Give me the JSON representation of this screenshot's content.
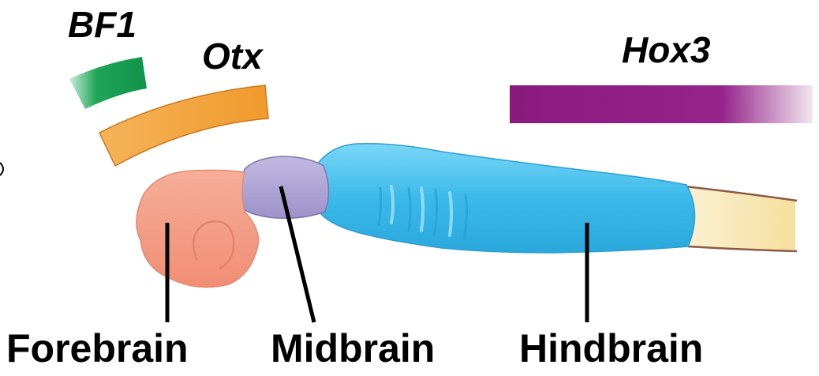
{
  "genes": {
    "bf1": "BF1",
    "otx": "Otx",
    "hox3": "Hox3"
  },
  "regions": {
    "forebrain": "Forebrain",
    "midbrain": "Midbrain",
    "hindbrain": "Hindbrain"
  },
  "colors": {
    "bf1": "#1fa65a",
    "otx": "#f2a03a",
    "hox3": "#8e1c82",
    "forebrain": "#f4a08a",
    "midbrain": "#b0a6d6",
    "hindbrain": "#4cc2ec",
    "spinal": "#f8e6b2",
    "outline": "#8a5a44"
  }
}
